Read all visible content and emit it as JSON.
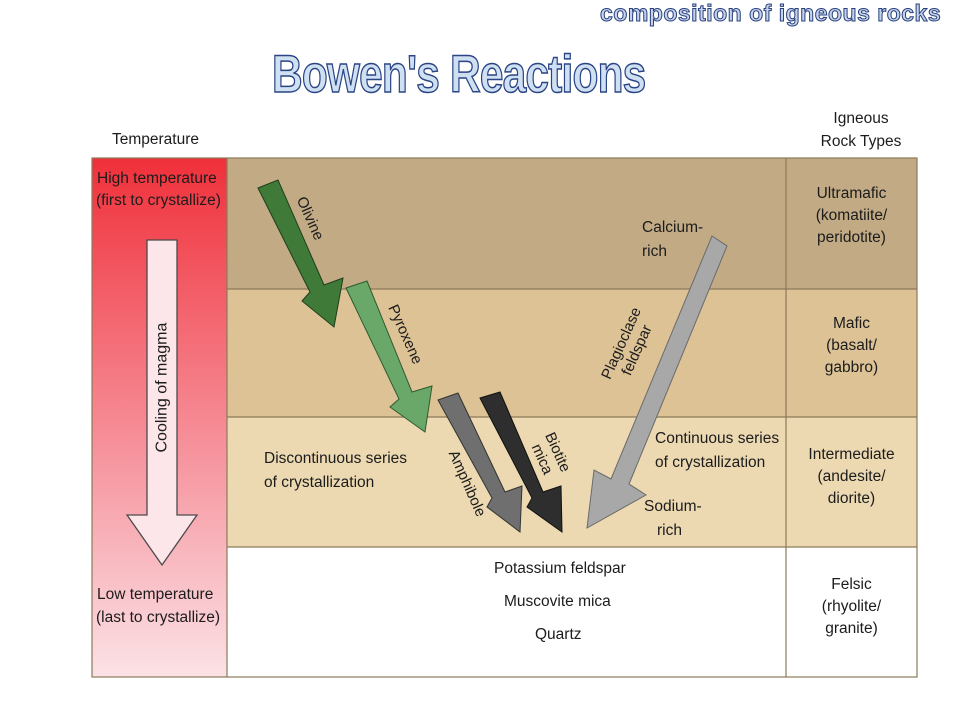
{
  "header": {
    "corner_title": "composition of igneous rocks",
    "main_title": "Bowen's Reactions"
  },
  "diagram": {
    "temperature_header": "Temperature",
    "rock_types_header_line1": "Igneous",
    "rock_types_header_line2": "Rock Types",
    "high_temp_line1": "High temperature",
    "high_temp_line2": "(first to crystallize)",
    "low_temp_line1": "Low temperature",
    "low_temp_line2": "(last to crystallize)",
    "cooling_label": "Cooling of magma",
    "discontinuous_line1": "Discontinuous series",
    "discontinuous_line2": "of crystallization",
    "continuous_line1": "Continuous series",
    "continuous_line2": "of crystallization",
    "calcium_line1": "Calcium-",
    "calcium_line2": "rich",
    "sodium_line1": "Sodium-",
    "sodium_line2": "rich",
    "minerals": {
      "olivine": "Olivine",
      "pyroxene": "Pyroxene",
      "amphibole": "Amphibole",
      "biotite_line1": "Biotite",
      "biotite_line2": "mica",
      "plagioclase_line1": "Plagioclase",
      "plagioclase_line2": "feldspar",
      "potassium_feldspar": "Potassium feldspar",
      "muscovite_mica": "Muscovite mica",
      "quartz": "Quartz"
    },
    "rock_types": [
      {
        "line1": "Ultramafic",
        "line2": "(komatiite/",
        "line3": "peridotite)"
      },
      {
        "line1": "Mafic",
        "line2": "(basalt/",
        "line3": "gabbro)"
      },
      {
        "line1": "Intermediate",
        "line2": "(andesite/",
        "line3": "diorite)"
      },
      {
        "line1": "Felsic",
        "line2": "(rhyolite/",
        "line3": "granite)"
      }
    ],
    "colors": {
      "band_ultramafic": "#c2aa84",
      "band_mafic": "#dcc295",
      "band_intermediate": "#ecd9b2",
      "temp_gradient_top": "#f0303a",
      "temp_gradient_bottom": "#fbe2e6",
      "olivine_arrow": "#3f7a38",
      "pyroxene_arrow": "#6aa86a",
      "amphibole_arrow": "#6f6f6f",
      "biotite_arrow": "#2e2e2e",
      "plagioclase_arrow": "#a8a8a8"
    }
  }
}
